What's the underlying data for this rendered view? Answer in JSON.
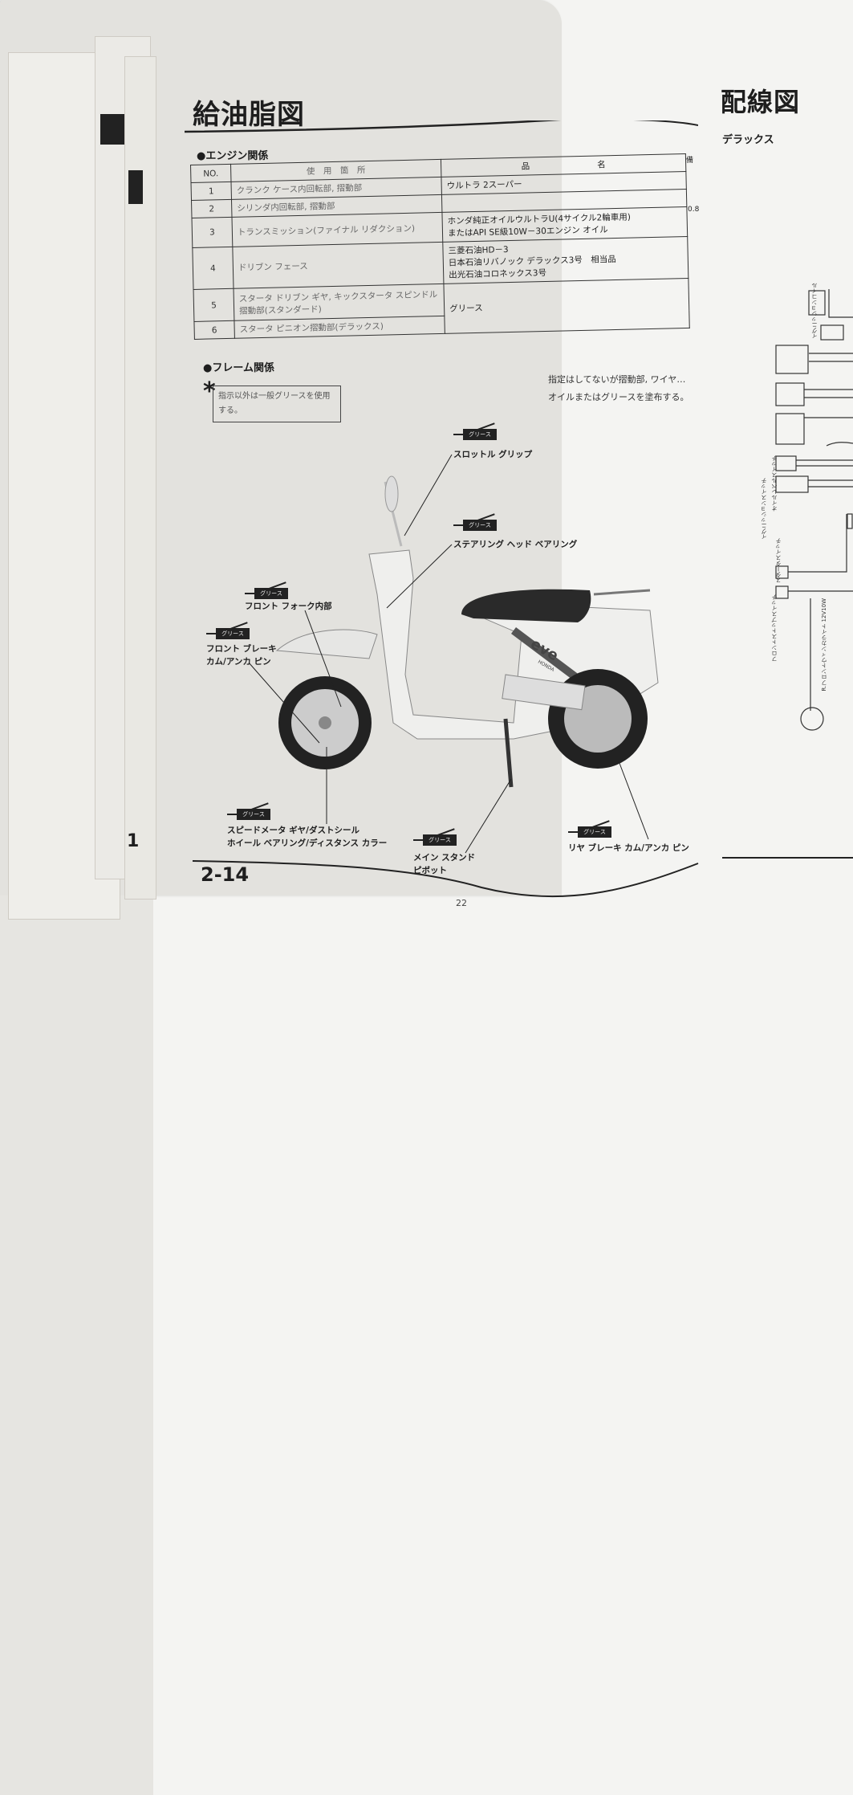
{
  "left_page": {
    "title": "給油脂図",
    "engine_section": "●エンジン関係",
    "table": {
      "header_no": "NO.",
      "header_location": "使　用　箇　所",
      "header_product": "品　　　　　　　　名",
      "header_remarks_fragment": "備",
      "rows": [
        {
          "no": "1",
          "location": "クランク ケース内回転部, 摺動部",
          "product": "ウルトラ 2スーパー"
        },
        {
          "no": "2",
          "location": "シリンダ内回転部, 摺動部",
          "product": ""
        },
        {
          "no": "3",
          "location": "トランスミッション(ファイナル リダクション)",
          "product": "ホンダ純正オイルウルトラU(4サイクル2輪車用)\nまたはAPI SE級10W－30エンジン オイル",
          "remark_fragment": "0.8"
        },
        {
          "no": "4",
          "location": "ドリブン フェース",
          "product": "三菱石油HD－3\n日本石油リバノック デラックス3号　相当品\n出光石油コロネックス3号"
        },
        {
          "no": "5",
          "location": "スタータ ドリブン ギヤ, キックスタータ スピンドル摺動部(スタンダード)",
          "product": "グリース"
        },
        {
          "no": "6",
          "location": "スタータ ピニオン摺動部(デラックス)",
          "product": ""
        }
      ]
    },
    "frame_section": "●フレーム関係",
    "asterisk": "*",
    "note": "指示以外は一般グリースを使用する。",
    "side_note": [
      "指定はしてないが摺動部, ワイヤ…",
      "オイルまたはグリースを塗布する。"
    ],
    "grease_label": "グリース",
    "callouts": {
      "throttle": "スロットル グリップ",
      "steering": "ステアリング ヘッド ベアリング",
      "front_fork": "フロント フォーク内部",
      "front_brake": [
        "フロント ブレーキ",
        "カム/アンカ ピン"
      ],
      "speedometer": [
        "スピードメータ ギヤ/ダストシール",
        "ホイール ベアリング/ディスタンス カラー"
      ],
      "main_stand": [
        "メイン スタンド",
        "ピボット"
      ],
      "rear_brake": "リヤ ブレーキ カム/アンカ ピン"
    },
    "scooter_logo": "eve",
    "scooter_brand": "HONDA",
    "page_number": "2-14",
    "folio": "22"
  },
  "right_page": {
    "title": "配線図",
    "subtitle": "デラックス",
    "diagram_labels": [
      "イグニッションコイル",
      "オイルレベルスイッチ",
      "イグニッションスイッチ",
      "スタータスイッチ",
      "フロントストップスイッチ",
      "R.フロントウィンカライト 12V10W"
    ]
  },
  "back_page": {
    "fragment": "1"
  }
}
